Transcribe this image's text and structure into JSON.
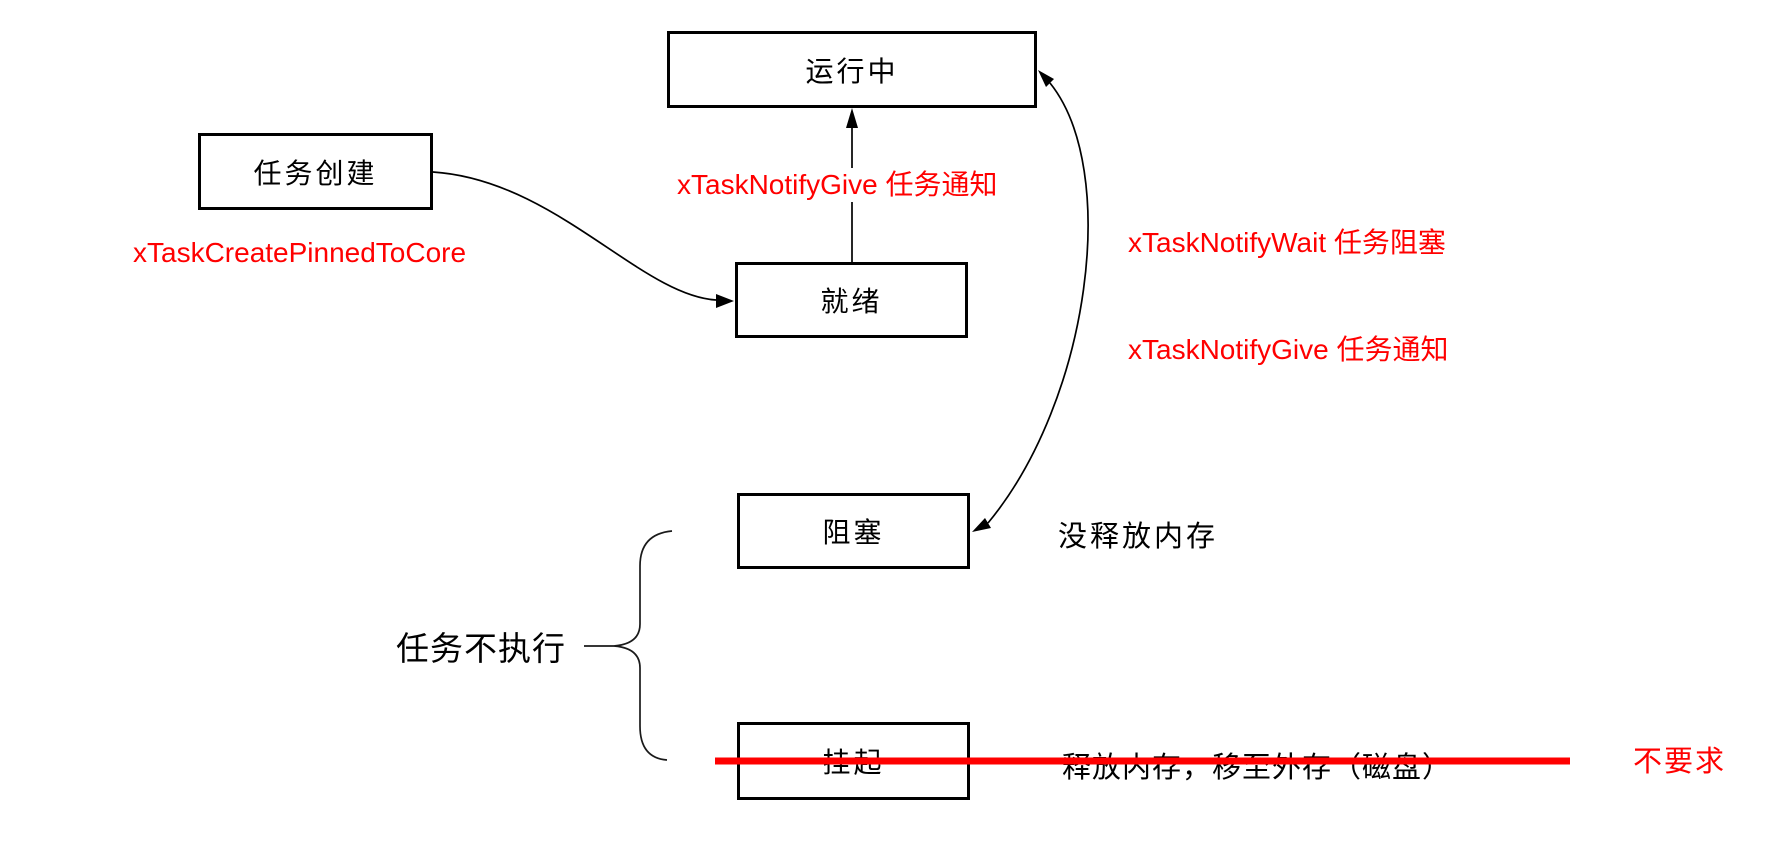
{
  "diagram": {
    "title_hint": "FreeRTOS task state diagram (hand annotated)",
    "nodes": {
      "running": {
        "label": "运行中"
      },
      "create": {
        "label": "任务创建"
      },
      "ready": {
        "label": "就绪"
      },
      "blocked": {
        "label": "阻塞"
      },
      "suspended": {
        "label": "挂起"
      }
    },
    "annotations": {
      "create_fn": "xTaskCreatePinnedToCore",
      "notify_give_up": "xTaskNotifyGive 任务通知",
      "notify_wait": "xTaskNotifyWait 任务阻塞",
      "notify_give_right": "xTaskNotifyGive 任务通知",
      "no_release": "没释放内存",
      "release": "释放内存，移至外存（磁盘）",
      "not_required": "不要求",
      "not_executing": "任务不执行"
    },
    "colors": {
      "annotation_red": "#ff0000",
      "strike_red": "#ff0000",
      "stroke_black": "#000000",
      "background": "#ffffff"
    }
  }
}
